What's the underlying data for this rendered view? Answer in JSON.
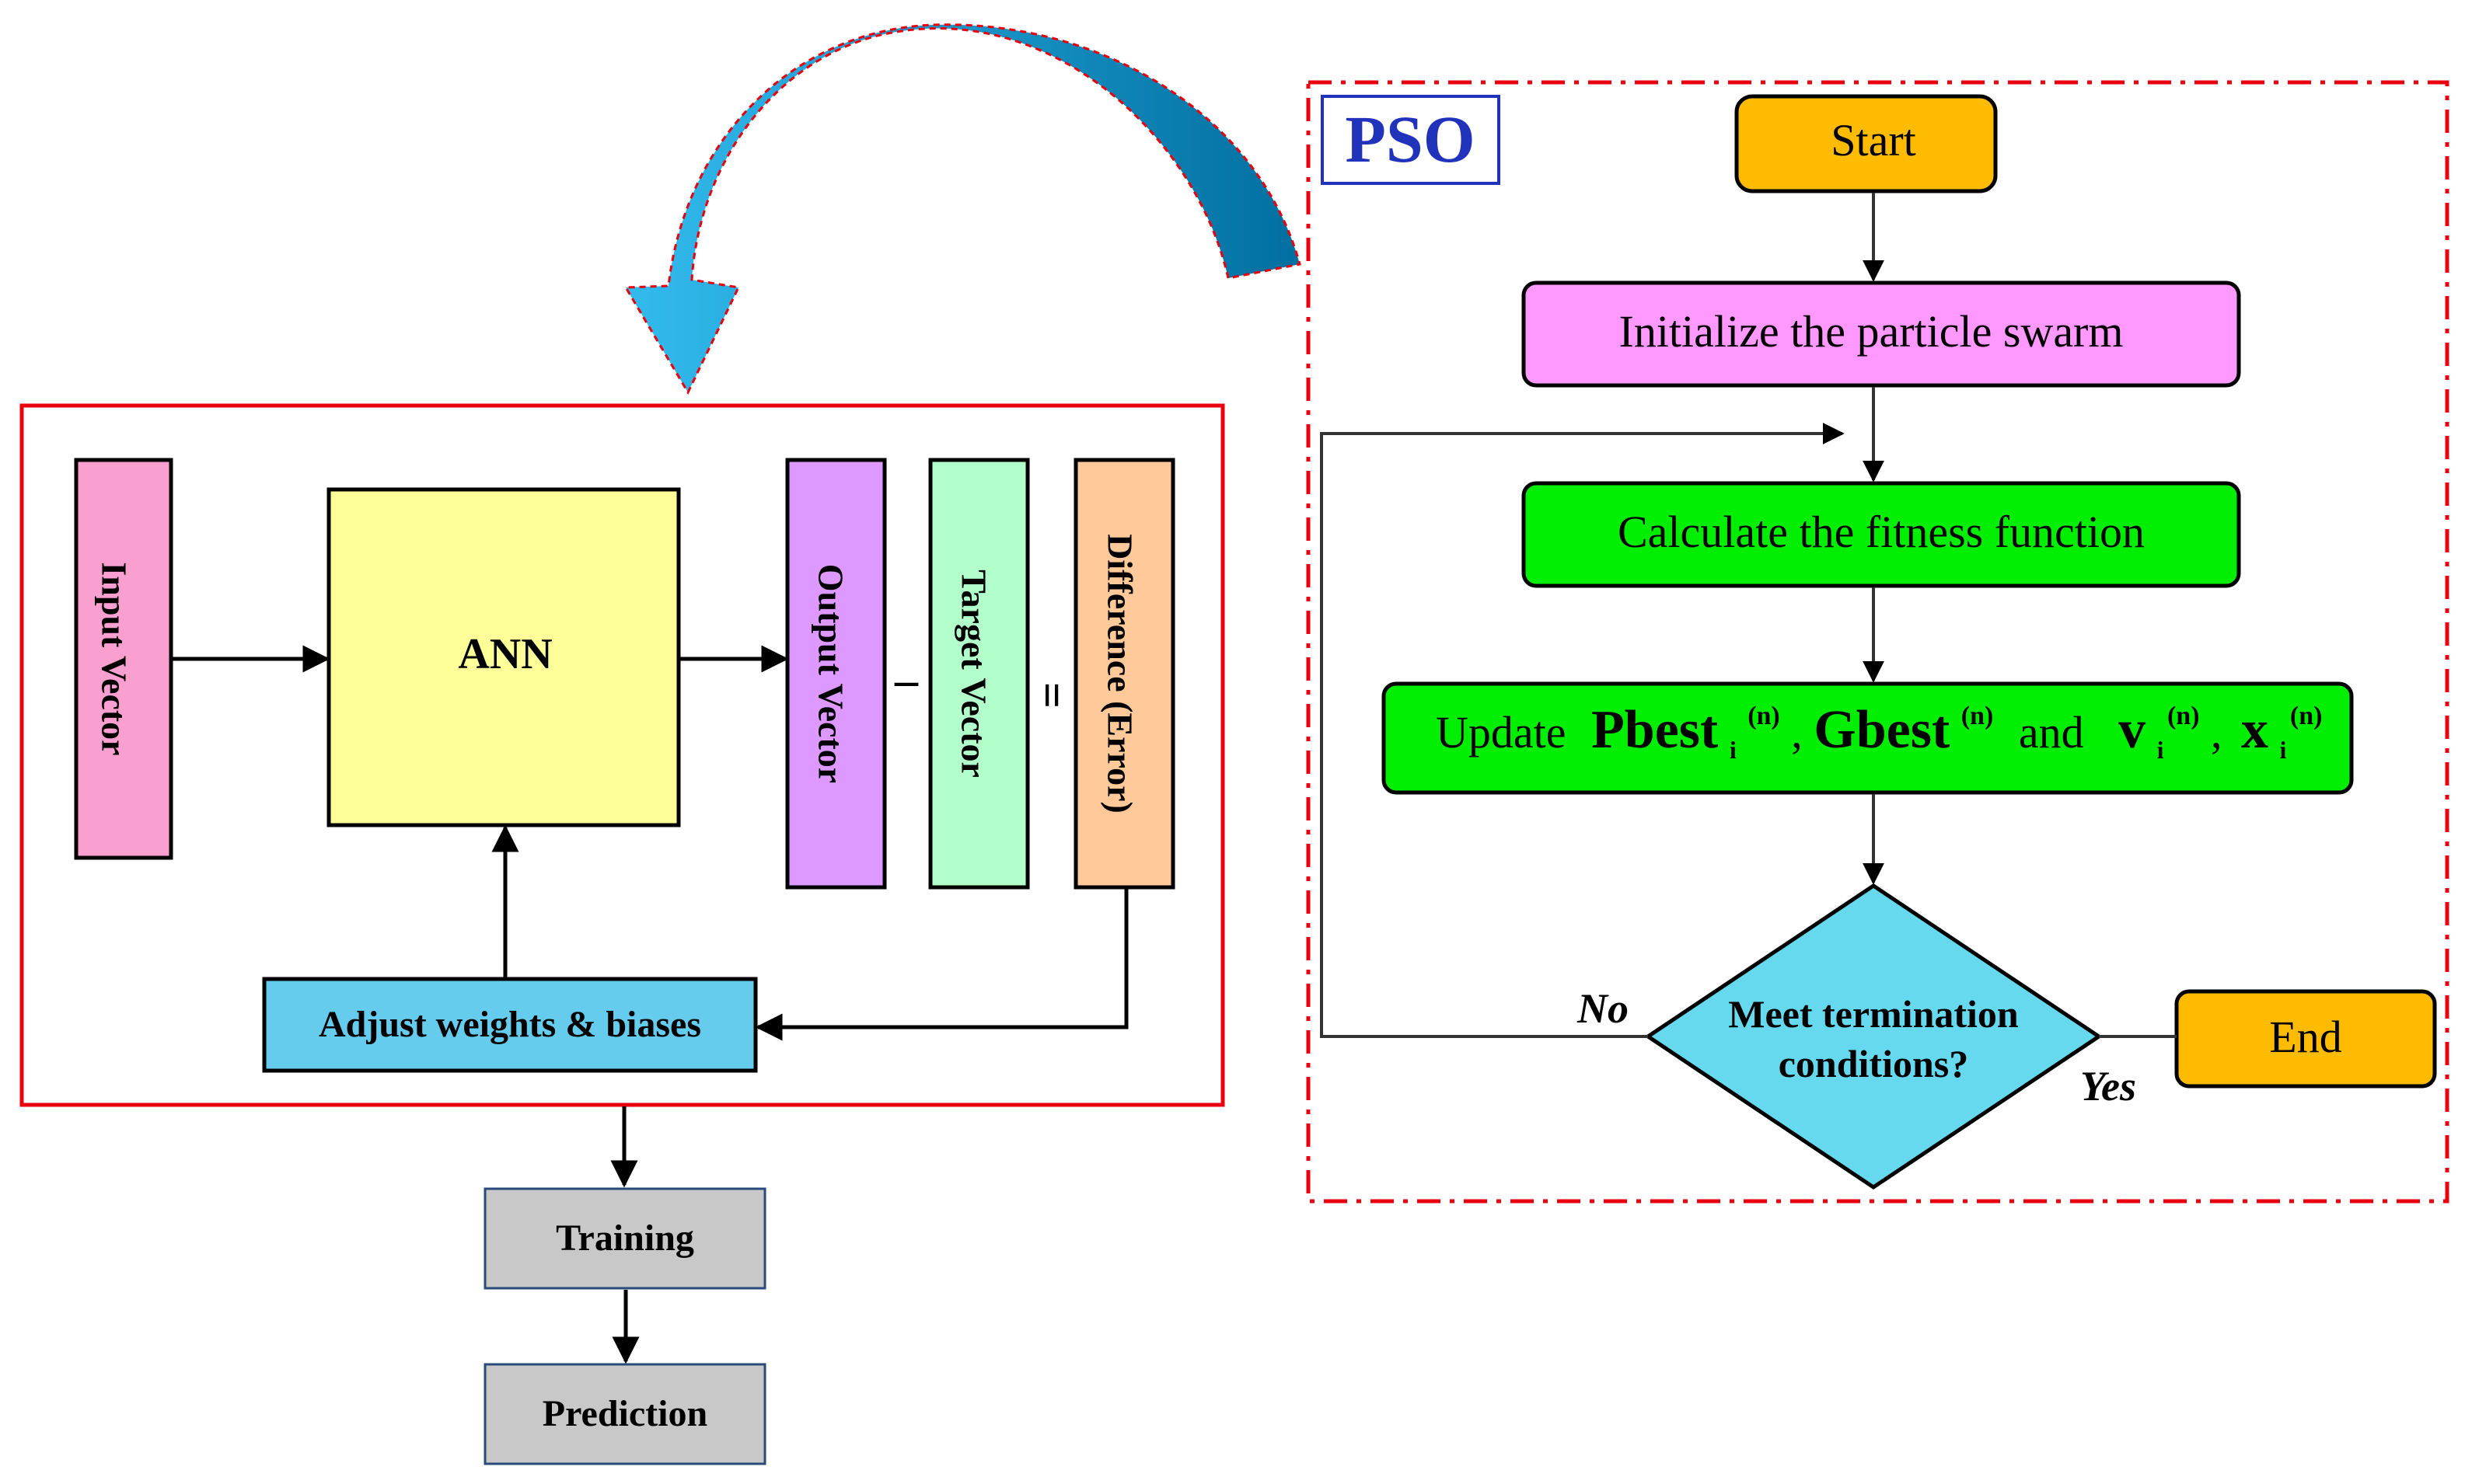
{
  "ann": {
    "input_vector": "Input Vector",
    "ann": "ANN",
    "output_vector": "Output Vector",
    "minus": "–",
    "target_vector": "Target Vector",
    "equals": "=",
    "difference": "Difference (Error)",
    "adjust": "Adjust weights & biases",
    "training": "Training",
    "prediction": "Prediction"
  },
  "pso": {
    "label": "PSO",
    "start": "Start",
    "initialize": "Initialize the particle swarm",
    "fitness": "Calculate the fitness function",
    "update_prefix": "Update",
    "pbest": "Pbest",
    "pbest_sub": "i",
    "pbest_sup": "(n)",
    "comma1": ",",
    "gbest": "Gbest",
    "gbest_sup": "(n)",
    "and_word": "and",
    "v": "v",
    "v_sub": "i",
    "v_sup": "(n)",
    "comma2": ",",
    "x": "x",
    "x_sub": "i",
    "x_sup": "(n)",
    "decision_line1": "Meet termination",
    "decision_line2": "conditions?",
    "no": "No",
    "yes": "Yes",
    "end": "End"
  },
  "colors": {
    "input": "#f9a0d0",
    "ann": "#ffff99",
    "output": "#dd99ff",
    "target": "#b3ffcc",
    "difference": "#ffc999",
    "adjust": "#66ccee",
    "gray": "#c8c8c8",
    "start_end": "#ffbb00",
    "initialize": "#ff99ff",
    "green": "#00ee00",
    "decision": "#66d9ee",
    "red": "#e8000d",
    "pso_label": "#2233bb",
    "arrow_light": "#33bbee",
    "arrow_dark": "#0077aa"
  }
}
